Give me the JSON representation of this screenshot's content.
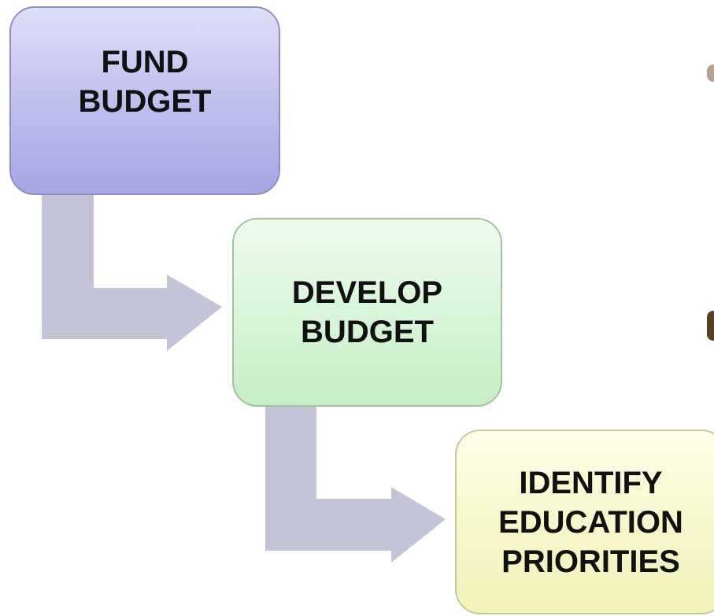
{
  "diagram": {
    "steps": [
      {
        "label": "FUND\nBUDGET"
      },
      {
        "label": "DEVELOP\nBUDGET"
      },
      {
        "label": "IDENTIFY\nEDUCATION\nPRIORITIES"
      }
    ],
    "colors": {
      "connector_arrow": "#c4c4d8",
      "fund_box": "#b4b4ea",
      "develop_box": "#d2f4d2",
      "identify_box": "#f6f6c8"
    }
  }
}
